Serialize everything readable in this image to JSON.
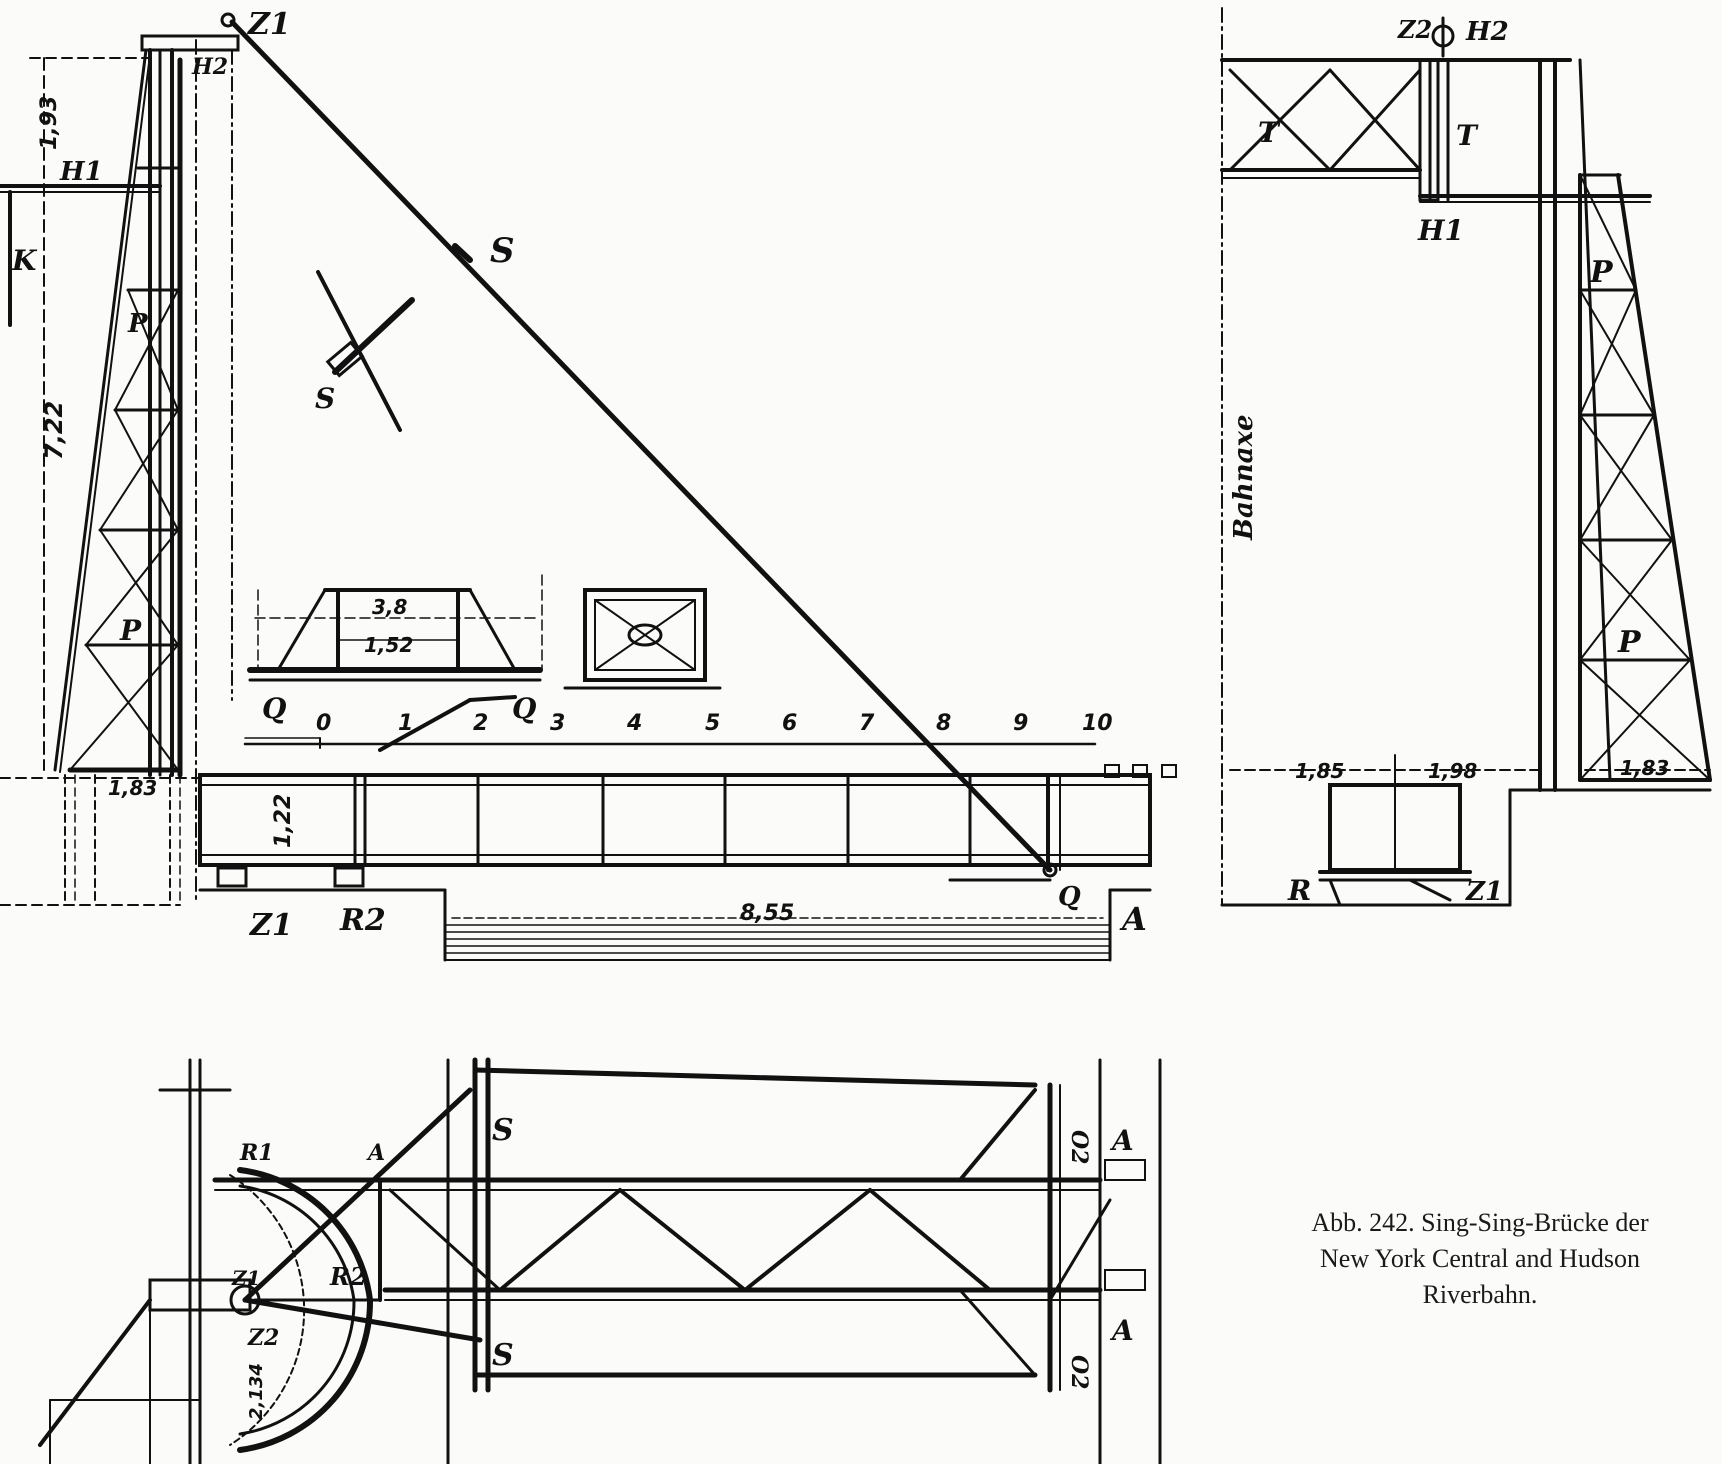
{
  "caption": {
    "line1": "Abb. 242. Sing-Sing-Brücke der",
    "line2": "New York Central and Hudson",
    "line3": "Riverbahn."
  },
  "elevation": {
    "labels": {
      "z1_top": "Z1",
      "h2_top": "H2",
      "h1": "H1",
      "k": "K",
      "p_upper": "P",
      "p_lower": "P",
      "s_stay": "S",
      "s_detail": "S",
      "q_left": "Q",
      "q_right": "Q",
      "q_end": "Q",
      "z1_base": "Z1",
      "r2": "R2",
      "a": "A"
    },
    "dims": {
      "h_193": "1,93",
      "h_722": "7,22",
      "w_183": "1,83",
      "h_122": "1,22",
      "span_855": "8,55",
      "w_38": "3,8",
      "w_152": "1,52"
    },
    "scale_ticks": [
      "0",
      "1",
      "2",
      "3",
      "4",
      "5",
      "6",
      "7",
      "8",
      "9",
      "10"
    ]
  },
  "section": {
    "labels": {
      "z2": "Z2",
      "h2": "H2",
      "t_left": "T",
      "t_right": "T",
      "h1": "H1",
      "p_upper": "P",
      "p_lower": "P",
      "bahnaxe": "Bahnaxe",
      "r": "R",
      "z1": "Z1"
    },
    "dims": {
      "w_185": "1,85",
      "w_198": "1,98",
      "w_183": "1,83"
    }
  },
  "plan": {
    "labels": {
      "r1": "R1",
      "a_top": "A",
      "s_top": "S",
      "z1": "Z1",
      "r2": "R2",
      "z2": "Z2",
      "radius": "2,134",
      "s_bottom": "S",
      "o_top": "O2",
      "o_bottom": "O2",
      "a_right_top": "A",
      "a_right_bottom": "A"
    }
  }
}
